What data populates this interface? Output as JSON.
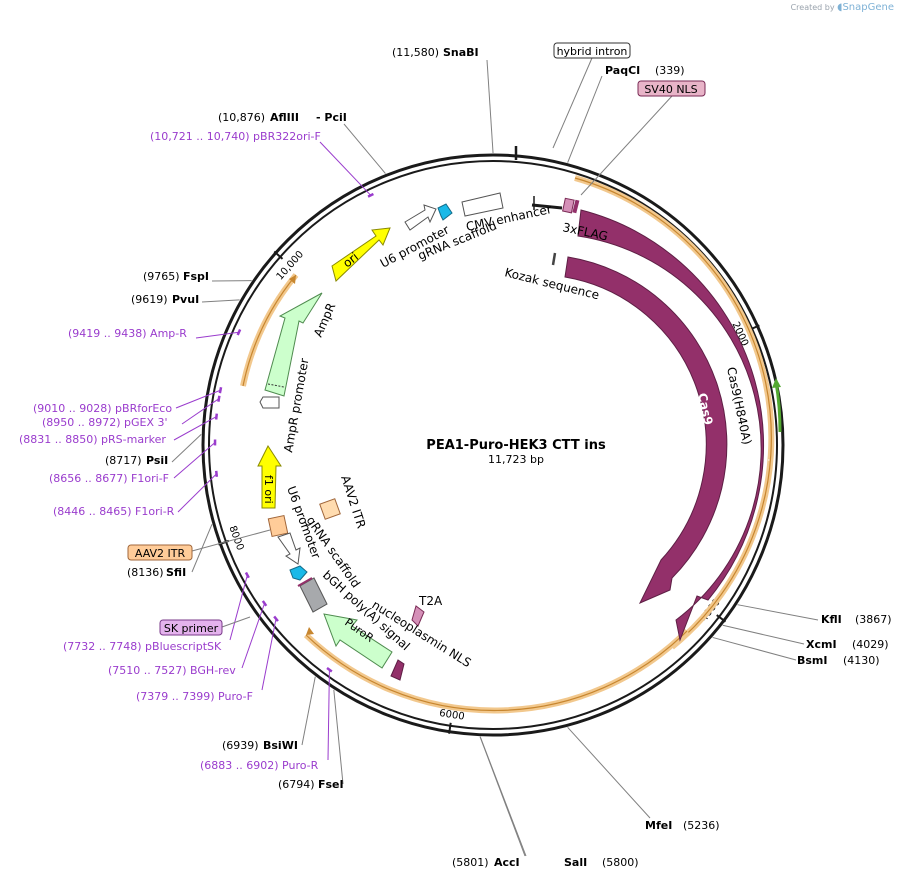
{
  "watermark": {
    "prefix": "Created by",
    "brand": "SnapGene"
  },
  "plasmid": {
    "name": "PEA1-Puro-HEK3 CTT ins",
    "size_label": "11,723 bp",
    "length": 11723
  },
  "colors": {
    "ring": "#1a1a1a",
    "cas9": "#93306a",
    "cas9_mark": "#d590b8",
    "ori": "#ffff00",
    "ampr": "#ccffcc",
    "primer": "#9a3ccd",
    "amp_ring": "#f2c88d",
    "green_arrow": "#52a830",
    "bgh": "#a7a9ac",
    "itr": "#ffdcb0",
    "aav_itr_box": "#ffcc99",
    "sk_box": "#e4b2ed",
    "sv40_box": "#e8b4c8",
    "label_dark": "#000000",
    "leader": "#808080"
  },
  "ticks": [
    {
      "pos": 2000,
      "label": "2000"
    },
    {
      "pos": 4000,
      "label": "4000"
    },
    {
      "pos": 6000,
      "label": "6000"
    },
    {
      "pos": 8000,
      "label": "8000"
    },
    {
      "pos": 10000,
      "label": "10,000"
    }
  ],
  "enzymes": [
    {
      "pos": 11580,
      "name": "SnaBI",
      "coord": "(11,580)"
    },
    {
      "pos": 339,
      "name": "PaqCI",
      "coord": "(339)"
    },
    {
      "pos": 10876,
      "name": "AflIII",
      "coord": "(10,876)",
      "extra": "- PciI"
    },
    {
      "pos": 9765,
      "name": "FspI",
      "coord": "(9765)"
    },
    {
      "pos": 9619,
      "name": "PvuI",
      "coord": "(9619)"
    },
    {
      "pos": 8717,
      "name": "PsiI",
      "coord": "(8717)"
    },
    {
      "pos": 8136,
      "name": "SfiI",
      "coord": "(8136)"
    },
    {
      "pos": 6939,
      "name": "BsiWI",
      "coord": "(6939)"
    },
    {
      "pos": 6794,
      "name": "FseI",
      "coord": "(6794)"
    },
    {
      "pos": 5801,
      "name": "AccI",
      "coord": "(5801)"
    },
    {
      "pos": 5800,
      "name": "SalI",
      "coord": "(5800)"
    },
    {
      "pos": 5236,
      "name": "MfeI",
      "coord": "(5236)"
    },
    {
      "pos": 3867,
      "name": "KflI",
      "coord": "(3867)"
    },
    {
      "pos": 4029,
      "name": "XcmI",
      "coord": "(4029)"
    },
    {
      "pos": 4130,
      "name": "BsmI",
      "coord": "(4130)"
    }
  ],
  "primers": [
    {
      "pos": 10730,
      "label": "(10,721 .. 10,740)  pBR322ori-F"
    },
    {
      "pos": 9428,
      "label": "(9419 .. 9438)  Amp-R"
    },
    {
      "pos": 9019,
      "label": "(9010 .. 9028)  pBRforEco"
    },
    {
      "pos": 8961,
      "label": "(8950 .. 8972)  pGEX 3'"
    },
    {
      "pos": 8840,
      "label": "(8831 .. 8850)  pRS-marker"
    },
    {
      "pos": 8666,
      "label": "(8656 .. 8677)  F1ori-F"
    },
    {
      "pos": 8455,
      "label": "(8446 .. 8465)  F1ori-R"
    },
    {
      "pos": 7740,
      "label": "(7732 .. 7748)  pBluescriptSK"
    },
    {
      "pos": 7518,
      "label": "(7510 .. 7527)  BGH-rev"
    },
    {
      "pos": 7389,
      "label": "(7379 .. 7399)  Puro-F"
    },
    {
      "pos": 6892,
      "label": "(6883 .. 6902)  Puro-R"
    }
  ],
  "boxed_labels": [
    {
      "label": "hybrid intron",
      "style": "white"
    },
    {
      "label": "SV40 NLS",
      "style": "sv40"
    },
    {
      "label": "AAV2 ITR",
      "style": "itr"
    },
    {
      "label": "SK primer",
      "style": "sk"
    }
  ],
  "feature_labels": {
    "cmv_enhancer": "CMV enhancer",
    "gRNA_scaffold_top": "gRNA scaffold",
    "u6_promoter_top": "U6 promoter",
    "flag": "3xFLAG",
    "kozak": "Kozak sequence",
    "cas9": "Cas9",
    "cas9_h840a": "Cas9(H840A)",
    "ori": "ori",
    "ampr": "AmpR",
    "ampr_promoter": "AmpR promoter",
    "f1_ori": "f1 ori",
    "aav2_itr_inner": "AAV2 ITR",
    "u6_promoter_bottom": "U6 promoter",
    "gRNA_scaffold_bottom": "gRNA scaffold",
    "bgh_polya": "bGH poly(A) signal",
    "nucleoplasmin_nls": "nucleoplasmin NLS",
    "t2a": "T2A",
    "puror": "PuroR"
  }
}
